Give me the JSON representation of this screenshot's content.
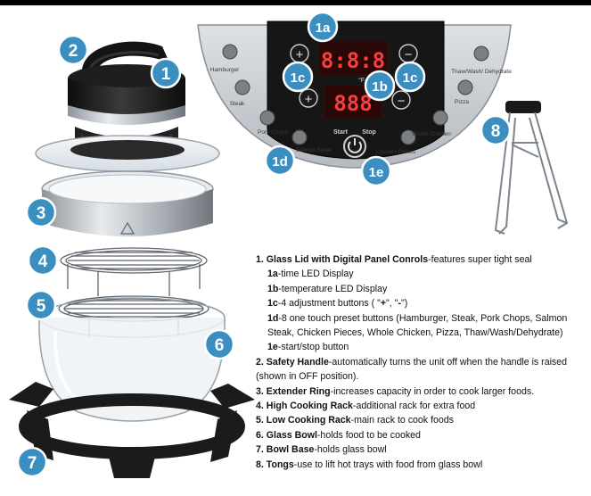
{
  "panel": {
    "ring_labels": [
      "Hamburger",
      "Steak",
      "Pork Chops",
      "Salmon Steak",
      "Chicken Pieces",
      "Whole Chicken",
      "Pizza",
      "Thaw/Wash/ Dehydrate"
    ],
    "start_label": "Start",
    "stop_label": "Stop",
    "time_display": "8:8:8",
    "temp_display": "888",
    "temp_unit": "°F",
    "plus_symbol": "+",
    "minus_symbol": "−"
  },
  "callouts": {
    "c1": "1",
    "c1a": "1a",
    "c1b": "1b",
    "c1c_left": "1c",
    "c1c_right": "1c",
    "c1d": "1d",
    "c1e": "1e",
    "c2": "2",
    "c3": "3",
    "c4": "4",
    "c5": "5",
    "c6": "6",
    "c7": "7",
    "c8": "8"
  },
  "legend": {
    "item1": {
      "num": "1.",
      "term": "Glass Lid with Digital Panel Conrols",
      "desc": "-features super tight seal"
    },
    "sub_1a": {
      "code": "1a",
      "desc": "-time LED Display"
    },
    "sub_1b": {
      "code": "1b",
      "desc": "-temperature LED Display"
    },
    "sub_1c": {
      "code": "1c",
      "desc_pre": "-4 adjustment buttons ( \"",
      "plus": "+",
      "mid": "\", \"",
      "minus": "-",
      "desc_post": "\")"
    },
    "sub_1d": {
      "code": "1d",
      "desc": "-8 one touch preset buttons (Hamburger, Steak, Pork Chops, Salmon Steak, Chicken Pieces, Whole Chicken, Pizza, Thaw/Wash/Dehydrate)"
    },
    "sub_1e": {
      "code": "1e",
      "desc": "-start/stop button"
    },
    "item2": {
      "num": "2.",
      "term": "Safety Handle",
      "desc": "-automatically turns the unit off when the handle is raised (shown in OFF position)."
    },
    "item3": {
      "num": "3.",
      "term": "Extender Ring",
      "desc": "-increases capacity in order to cook larger foods."
    },
    "item4": {
      "num": "4.",
      "term": "High Cooking Rack",
      "desc": "-additional rack for extra food"
    },
    "item5": {
      "num": "5.",
      "term": "Low Cooking Rack",
      "desc": "-main rack to cook foods"
    },
    "item6": {
      "num": "6.",
      "term": "Glass Bowl",
      "desc": "-holds food to be cooked"
    },
    "item7": {
      "num": "7.",
      "term": "Bowl Base",
      "desc": "-holds glass bowl"
    },
    "item8": {
      "num": "8.",
      "term": "Tongs",
      "desc": "-use to lift hot trays with food from glass bowl"
    }
  },
  "colors": {
    "callout_fill": "#3b8fc0",
    "callout_ring": "#ffffff",
    "panel_face": "#c9ced3",
    "panel_display": "#1a1a1a",
    "led": "#ff3b3b",
    "appliance_dark": "#1c1c1c",
    "metal": "#b9bec4"
  }
}
